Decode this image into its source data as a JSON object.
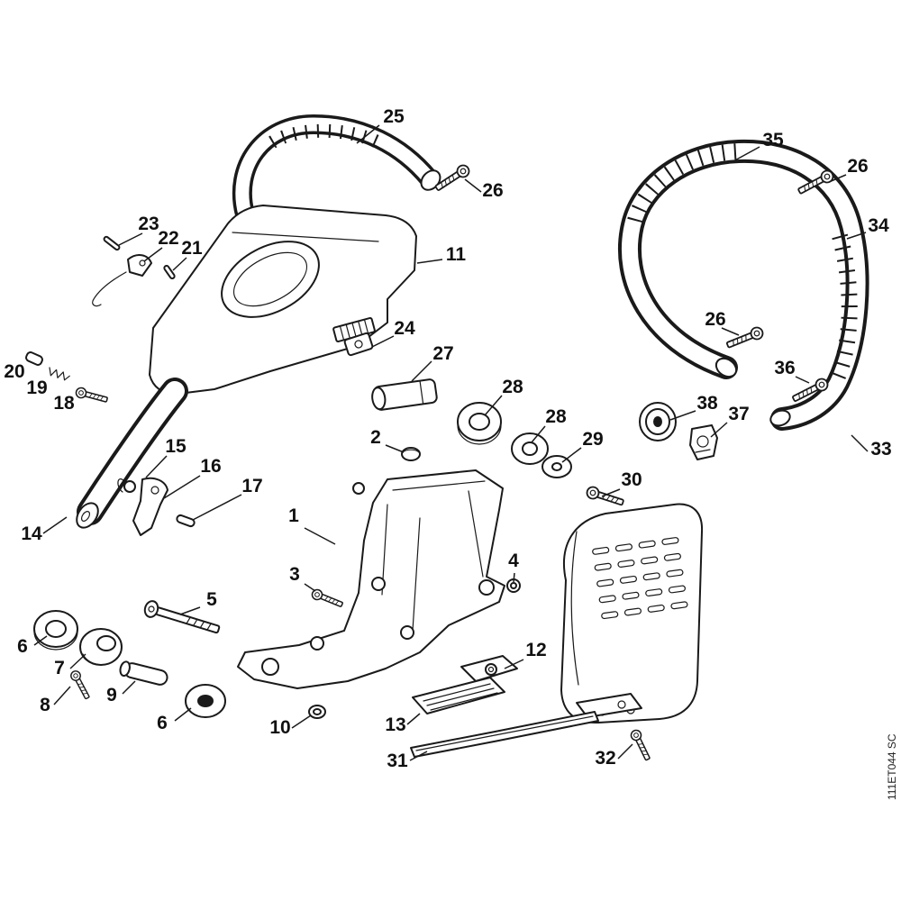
{
  "diagram": {
    "background_color": "#ffffff",
    "ink_color": "#1a1a1a",
    "watermark": "111ET044 SC",
    "labels": [
      "25",
      "26",
      "35",
      "26",
      "23",
      "22",
      "21",
      "11",
      "34",
      "24",
      "27",
      "26",
      "20",
      "19",
      "18",
      "28",
      "28",
      "36",
      "38",
      "37",
      "2",
      "29",
      "33",
      "15",
      "16",
      "17",
      "30",
      "14",
      "1",
      "3",
      "4",
      "5",
      "6",
      "7",
      "12",
      "8",
      "9",
      "6",
      "10",
      "13",
      "31",
      "32"
    ]
  }
}
